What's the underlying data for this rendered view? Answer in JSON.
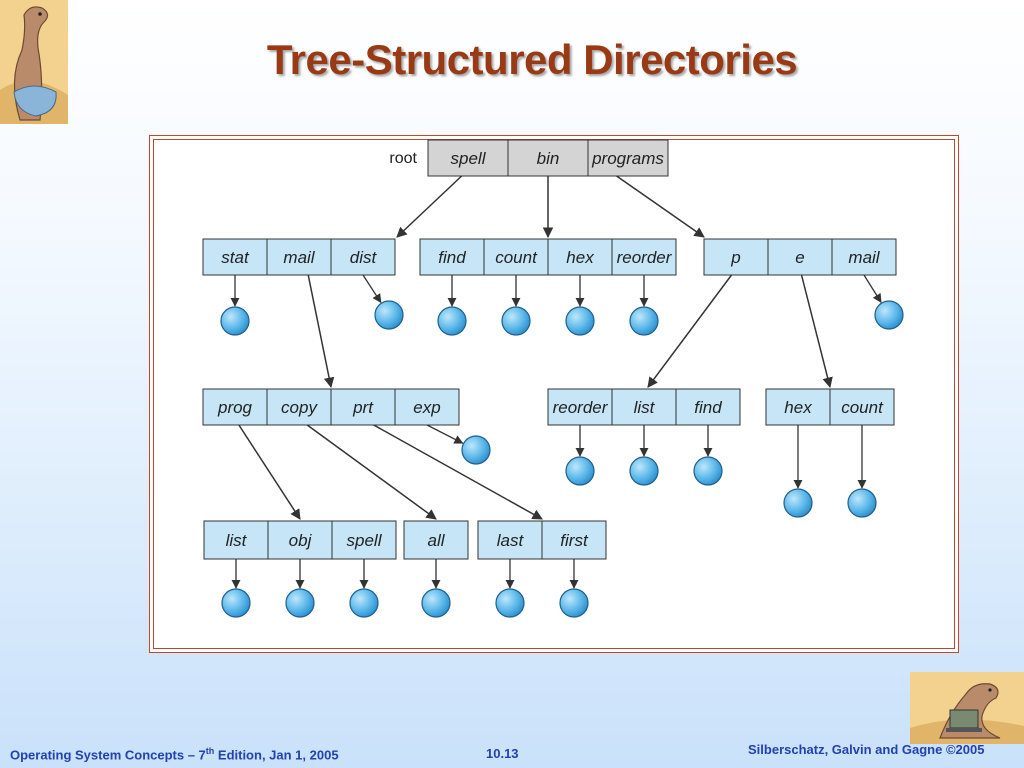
{
  "slide": {
    "title": "Tree-Structured Directories",
    "footer_left_prefix": "Operating System Concepts – 7",
    "footer_left_sup": "th",
    "footer_left_suffix": " Edition, Jan 1, 2005",
    "footer_center": "10.13",
    "footer_right": "Silberschatz, Galvin and Gagne ©2005"
  },
  "diagram": {
    "root_label": "root",
    "directories": [
      {
        "id": "root",
        "entries": [
          "spell",
          "bin",
          "programs"
        ]
      },
      {
        "id": "spell-dir",
        "entries": [
          "stat",
          "mail",
          "dist"
        ]
      },
      {
        "id": "bin-dir",
        "entries": [
          "find",
          "count",
          "hex",
          "reorder"
        ]
      },
      {
        "id": "programs-dir",
        "entries": [
          "p",
          "e",
          "mail"
        ]
      },
      {
        "id": "mail-dir",
        "entries": [
          "prog",
          "copy",
          "prt",
          "exp"
        ]
      },
      {
        "id": "p-dir",
        "entries": [
          "reorder",
          "list",
          "find"
        ]
      },
      {
        "id": "e-dir",
        "entries": [
          "hex",
          "count"
        ]
      },
      {
        "id": "prog-dir",
        "entries": [
          "list",
          "obj",
          "spell"
        ]
      },
      {
        "id": "copy-dir",
        "entries": [
          "all"
        ]
      },
      {
        "id": "prt-dir",
        "entries": [
          "last",
          "first"
        ]
      }
    ]
  },
  "colors": {
    "title": "#9a3a14",
    "frame": "#c0472a",
    "root_fill": "#d4d4d4",
    "entry_fill": "#c6e6f7",
    "file_fill": "#5cb8ea",
    "footer_text": "#2142b0"
  }
}
